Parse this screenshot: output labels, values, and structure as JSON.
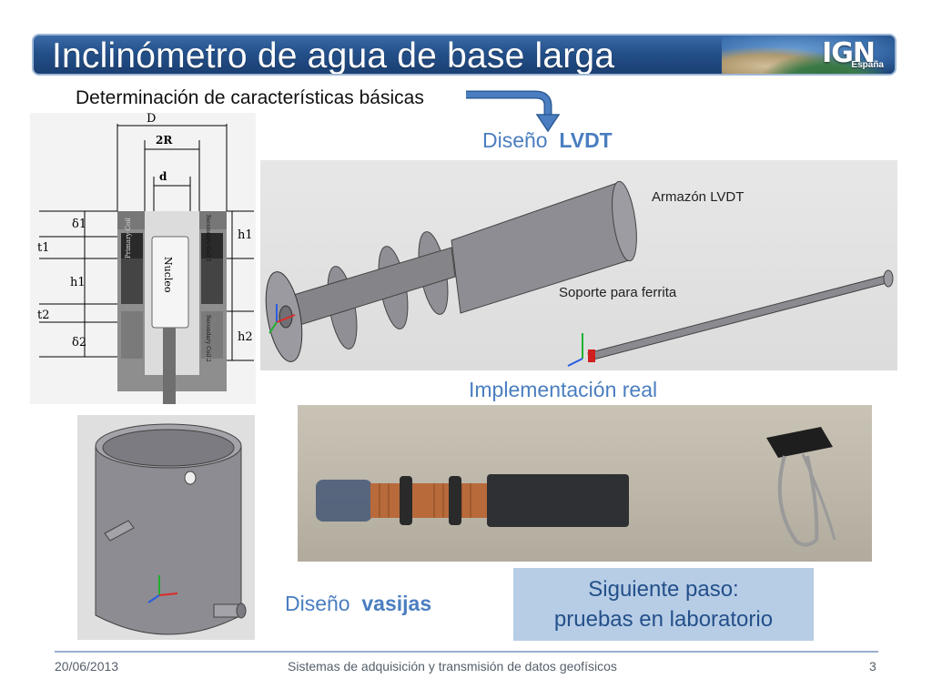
{
  "title": "Inclinómetro de agua de base larga",
  "logo": {
    "brand": "IGN",
    "country": "España"
  },
  "subtitle": "Determinación de características básicas",
  "lvdt_section": {
    "prefix": "Diseño",
    "emphasis": "LVDT"
  },
  "cad_labels": {
    "frame": "Armazón LVDT",
    "support": "Soporte para ferrita"
  },
  "implementation_label": "Implementación real",
  "vessel_section": {
    "prefix": "Diseño",
    "emphasis": "vasijas"
  },
  "next_step": {
    "line1": "Siguiente paso:",
    "line2": "pruebas en laboratorio"
  },
  "diagram_labels": {
    "D": "D",
    "twoR": "2R",
    "d": "d",
    "delta1": "δ1",
    "t1": "t1",
    "h1_left": "h1",
    "t2": "t2",
    "delta2": "δ2",
    "h1_right": "h1",
    "h2_right": "h2",
    "core": "Nucleo",
    "primary": "Primary Coil",
    "secondary1": "Secondary Coil 1",
    "secondary2": "Secondary Coil 2"
  },
  "footer": {
    "date": "20/06/2013",
    "center": "Sistemas de adquisición y transmisión de datos geofísicos",
    "page": "3"
  },
  "colors": {
    "title_bar": "#24508a",
    "accent_text": "#4a7ec0",
    "next_step_bg": "#b7cde6",
    "arrow": "#4a7ec0"
  }
}
